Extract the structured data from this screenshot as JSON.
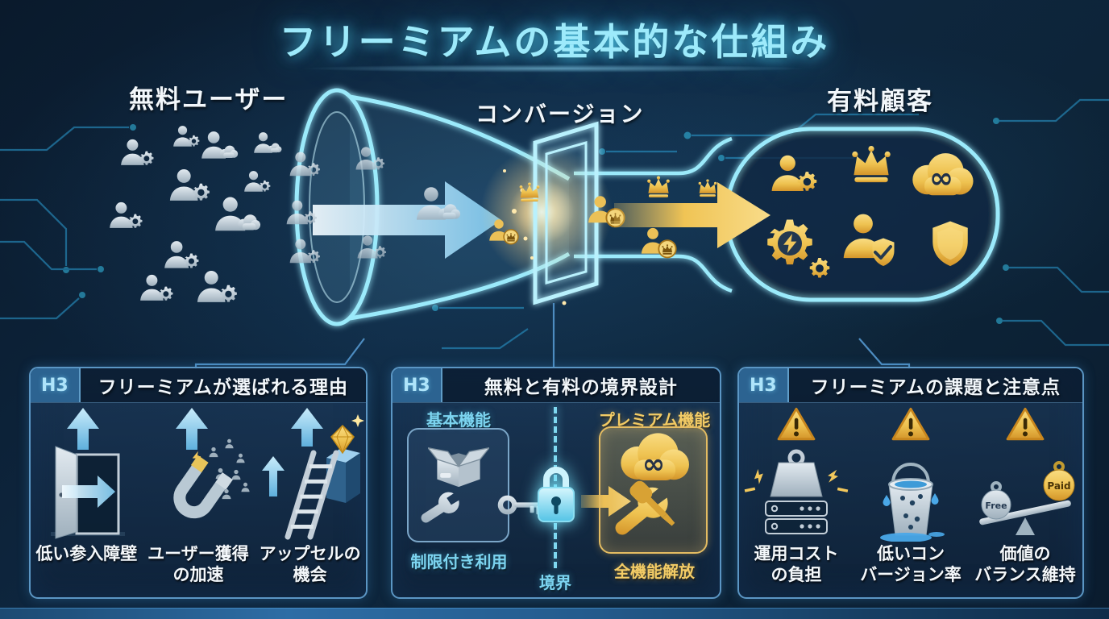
{
  "title": "フリーミアムの基本的な仕組み",
  "diagram": {
    "free_users_label": "無料ユーザー",
    "conversion_label": "コンバージョン",
    "paid_customers_label": "有料顧客",
    "free_user_icons": [
      "user-gear-icon",
      "user-cloud-icon"
    ],
    "converted_user_icon": "user-crown-icon",
    "paid_customer_icons": [
      "user-gear-icon",
      "crown-icon",
      "cloud-infinity-icon",
      "gear-lightning-icon",
      "user-shield-check-icon",
      "shield-icon"
    ],
    "infinity_symbol": "∞"
  },
  "panels": [
    {
      "tag": "H3",
      "title": "フリーミアムが選ばれる理由",
      "items": [
        {
          "icon": "open-door-arrow-icon",
          "line1": "低い参入障壁",
          "line2": ""
        },
        {
          "icon": "magnet-users-icon",
          "line1": "ユーザー獲得",
          "line2": "の加速"
        },
        {
          "icon": "ladder-diamond-icon",
          "line1": "アップセルの",
          "line2": "機会"
        }
      ]
    },
    {
      "tag": "H3",
      "title": "無料と有料の境界設計",
      "free_side": {
        "title": "基本機能",
        "icons": [
          "open-box-icon",
          "wrench-icon"
        ],
        "caption": "制限付き利用"
      },
      "boundary": {
        "icons": [
          "key-icon",
          "lock-icon",
          "arrow-right-icon"
        ],
        "caption": "境界"
      },
      "premium_side": {
        "title": "プレミアム機能",
        "icons": [
          "cloud-infinity-icon",
          "crossed-tools-icon"
        ],
        "caption": "全機能解放"
      }
    },
    {
      "tag": "H3",
      "title": "フリーミアムの課題と注意点",
      "items": [
        {
          "icon": "weight-server-icon",
          "warning_icon": "warning-triangle-icon",
          "line1": "運用コスト",
          "line2": "の負担"
        },
        {
          "icon": "leaky-bucket-icon",
          "warning_icon": "warning-triangle-icon",
          "line1": "低いコン",
          "line2": "バージョン率"
        },
        {
          "icon": "balance-scale-icon",
          "warning_icon": "warning-triangle-icon",
          "line1": "価値の",
          "line2": "バランス維持"
        }
      ]
    }
  ],
  "balance": {
    "free_weight": "Free",
    "paid_weight": "Paid"
  },
  "colors": {
    "background": "#0c2036",
    "neon_cyan": "#8ce4f8",
    "cyan_text": "#7cd4f0",
    "gold": "#eec250",
    "gold_text": "#f3cc66",
    "white_text": "#f2f7fb",
    "panel_border": "#5b96c4",
    "gray_icon": "#b9c5cf"
  }
}
